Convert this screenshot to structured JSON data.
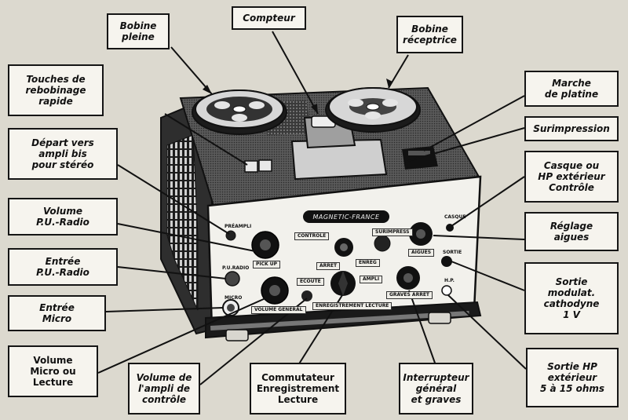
{
  "device_brand": "MAGNETIC-FRANCE",
  "panel_labels": {
    "preampli": "PRÉAMPLI",
    "pick_up": "PICK UP",
    "pu_radio": "P.U.RADIO",
    "micro": "MICRO",
    "controle": "CONTROLE",
    "arret": "ARRET",
    "enreg": "ENREG",
    "ampli": "AMPLI",
    "ecoute": "ECOUTE",
    "surimpress": "SURIMPRESS",
    "volume_general": "VOLUME GENERAL",
    "aigues": "AIGUES",
    "casque": "CASQUE",
    "sortie": "SORTIE",
    "hp": "H.P.",
    "graves": "GRAVES ARRÊT",
    "enreg_lect": "ENREGISTREMENT LECTURE"
  },
  "callouts": {
    "bobine_pleine": "Bobine\npleine",
    "compteur": "Compteur",
    "bobine_receptrice": "Bobine\nréceptrice",
    "touches_rebobinage": "Touches de\nrebobinage\nrapide",
    "marche_platine": "Marche\nde platine",
    "surimpression": "Surimpression",
    "depart_ampli": "Départ vers\nampli bis\npour stéréo",
    "casque_hp": "Casque ou\nHP extérieur\nContrôle",
    "volume_pu": "Volume\nP.U.-Radio",
    "reglage_aigues": "Réglage\naigues",
    "entree_pu": "Entrée\nP.U.-Radio",
    "sortie_modulat": "Sortie\nmodulat.\ncathodyne\n1 V",
    "entree_micro": "Entrée\nMicro",
    "volume_micro": "Volume\nMicro ou\nLecture",
    "volume_ampli": "Volume de\nl'ampli de\ncontrôle",
    "commutateur": "Commutateur\nEnregistrement\nLecture",
    "interrupteur": "Interrupteur\ngénéral\net graves",
    "sortie_hp": "Sortie HP\nextérieur\n5 à 15 ohms"
  }
}
